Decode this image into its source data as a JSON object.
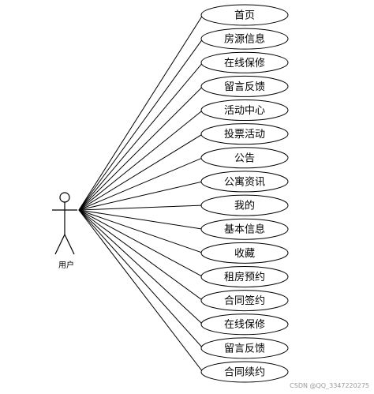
{
  "actor": {
    "label": "用户"
  },
  "use_cases": [
    {
      "label": "首页"
    },
    {
      "label": "房源信息"
    },
    {
      "label": "在线保修"
    },
    {
      "label": "留言反馈"
    },
    {
      "label": "活动中心"
    },
    {
      "label": "投票活动"
    },
    {
      "label": "公告"
    },
    {
      "label": "公寓资讯"
    },
    {
      "label": "我的"
    },
    {
      "label": "基本信息"
    },
    {
      "label": "收藏"
    },
    {
      "label": "租房预约"
    },
    {
      "label": "合同签约"
    },
    {
      "label": "在线保修"
    },
    {
      "label": "留言反馈"
    },
    {
      "label": "合同续约"
    }
  ],
  "watermark": "CSDN @QQ_3347220275"
}
